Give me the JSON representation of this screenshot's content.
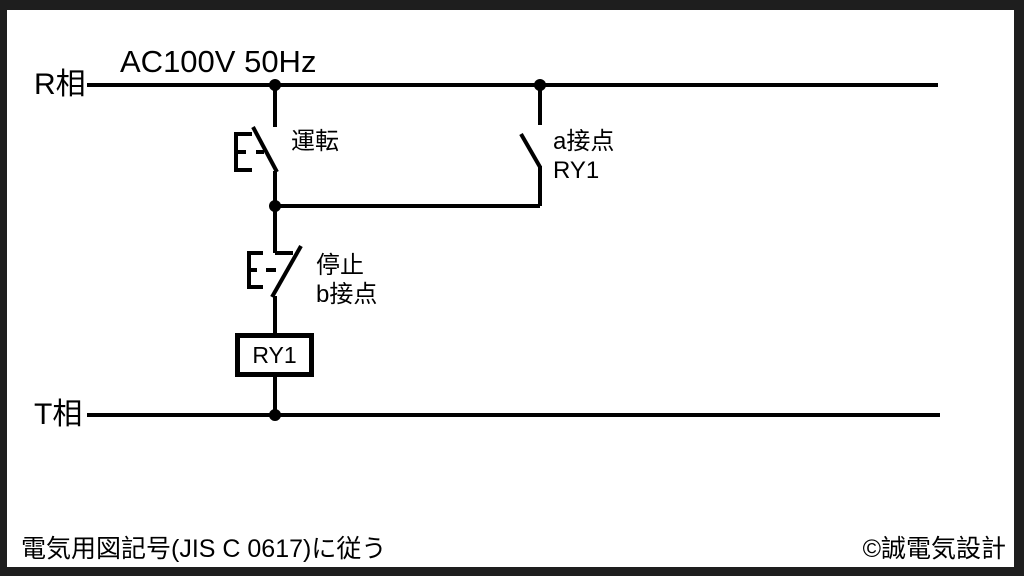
{
  "canvas": {
    "background_color": "#ffffff",
    "frame_color": "#1e1e1e",
    "line_color": "#000000"
  },
  "title": "AC100V 50Hz",
  "rails": {
    "r": "R相",
    "t": "T相"
  },
  "labels": {
    "run": "運転",
    "a_contact_line1": "a接点",
    "a_contact_line2": "RY1",
    "stop_line1": "停止",
    "stop_line2": "b接点",
    "coil": "RY1"
  },
  "footer": {
    "note": "電気用図記号(JIS C 0617)に従う",
    "credit": "©誠電気設計"
  }
}
